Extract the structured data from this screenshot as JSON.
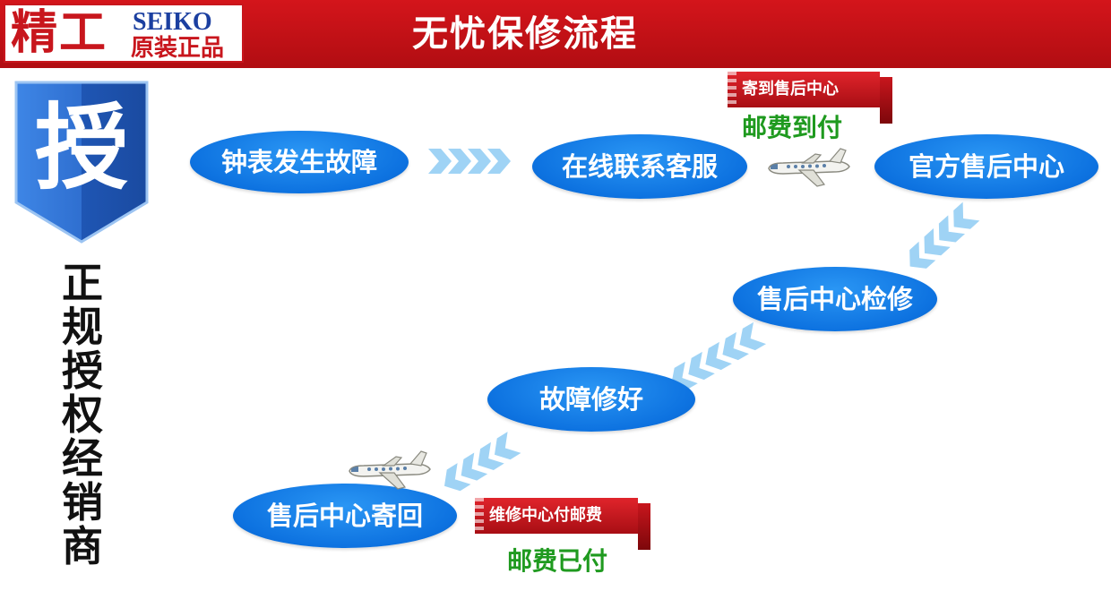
{
  "header": {
    "logo_cn": "精工",
    "logo_en": "SEIKO",
    "logo_sub": "原装正品",
    "title": "无忧保修流程"
  },
  "badge": {
    "char": "授"
  },
  "side_text": "正规授权经销商",
  "steps": [
    "钟表发生故障",
    "在线联系客服",
    "官方售后中心",
    "售后中心检修",
    "故障修好",
    "售后中心寄回"
  ],
  "ribbons": {
    "top": "寄到售后中心",
    "bottom": "维修中心付邮费"
  },
  "postage": {
    "top": "邮费到付",
    "bottom": "邮费已付"
  },
  "icons": [
    "airplane-icon",
    "airplane-icon"
  ],
  "colors": {
    "header_red": "#c8161d",
    "node_blue": "#0d72e0",
    "arrow_light_blue": "#9fd3f5",
    "postage_green": "#1f9a1f",
    "badge_blue": "#2f6fd0"
  }
}
